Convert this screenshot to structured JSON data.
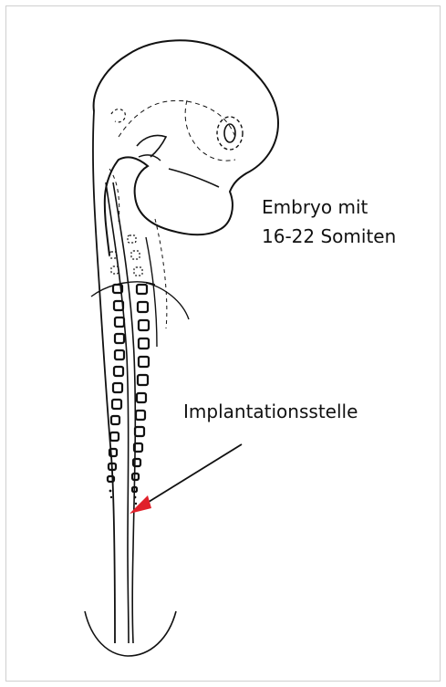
{
  "labels": {
    "embryo_line1": "Embryo mit",
    "embryo_line2": "16-22 Somiten",
    "implantation": "Implantationsstelle"
  },
  "colors": {
    "line": "#111111",
    "arrow_head": "#e0202a"
  }
}
